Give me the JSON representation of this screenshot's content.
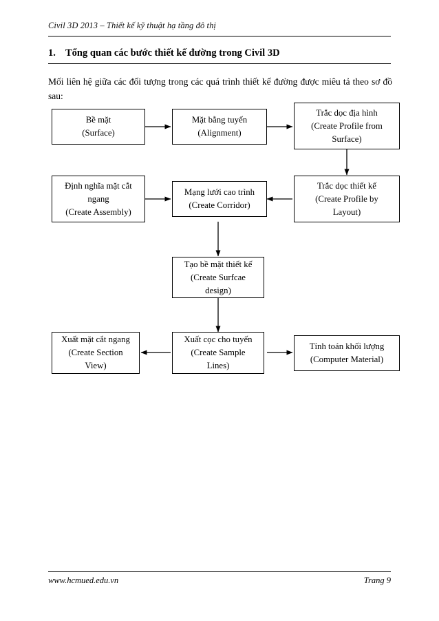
{
  "header": {
    "text": "Civil 3D 2013 – Thiết kế kỹ thuật hạ tầng đô thị"
  },
  "section": {
    "number": "1.",
    "title": "Tổng quan các bước thiết kế đường trong Civil 3D"
  },
  "paragraph": {
    "text": "Mối liên hệ giữa các đối tượng trong các quá trình thiết kế đường được miêu tả theo sơ đồ sau:"
  },
  "flowchart": {
    "type": "diagram",
    "nodes": [
      {
        "id": "surface",
        "line1": "Bề mặt",
        "line2": "(Surface)",
        "line3": ""
      },
      {
        "id": "alignment",
        "line1": "Mặt bằng tuyến",
        "line2": "(Alignment)",
        "line3": ""
      },
      {
        "id": "profile-from-surface",
        "line1": "Trắc dọc địa hình",
        "line2": "(Create Profile from",
        "line3": "Surface)"
      },
      {
        "id": "profile-by-layout",
        "line1": "Trắc dọc thiết kế",
        "line2": "(Create Profile by",
        "line3": "Layout)"
      },
      {
        "id": "corridor",
        "line1": "Mạng lưới cao trình",
        "line2": "(Create Corridor)",
        "line3": ""
      },
      {
        "id": "assembly",
        "line1": "Định nghĩa mặt cắt",
        "line2": "ngang",
        "line3": "(Create Assembly)"
      },
      {
        "id": "surface-design",
        "line1": "Tạo bề mặt thiết kế",
        "line2": "(Create Surfcae",
        "line3": "design)"
      },
      {
        "id": "sample-lines",
        "line1": "Xuất cọc cho tuyến",
        "line2": "(Create Sample",
        "line3": "Lines)"
      },
      {
        "id": "section-view",
        "line1": "Xuất mặt cắt ngang",
        "line2": "(Create Section",
        "line3": "View)"
      },
      {
        "id": "material",
        "line1": "Tính toán khối lượng",
        "line2": "(Computer Material)",
        "line3": ""
      }
    ]
  },
  "footer": {
    "left": "www.hcmued.edu.vn",
    "right": "Trang 9"
  }
}
